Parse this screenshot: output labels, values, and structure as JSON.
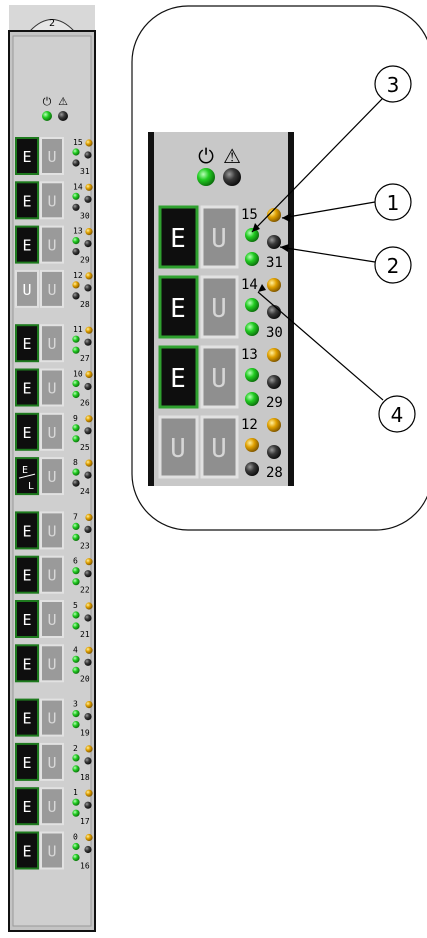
{
  "panel": {
    "slot_number": "2",
    "power_symbol": "⏻",
    "warning_symbol": "⚠",
    "ports": [
      {
        "mode": "E",
        "mode2": "",
        "top": "15",
        "bottom": "31",
        "led_top": "green",
        "led_amber": "amber",
        "led_bottom": "dark",
        "led_extra": "dark"
      },
      {
        "mode": "E",
        "mode2": "",
        "top": "14",
        "bottom": "30",
        "led_top": "green",
        "led_amber": "amber",
        "led_bottom": "dark",
        "led_extra": "dark"
      },
      {
        "mode": "E",
        "mode2": "",
        "top": "13",
        "bottom": "29",
        "led_top": "green",
        "led_amber": "amber",
        "led_bottom": "dark",
        "led_extra": "dark"
      },
      {
        "mode": "U",
        "mode2": "",
        "top": "12",
        "bottom": "28",
        "led_top": "amber",
        "led_amber": "amber",
        "led_bottom": "dark",
        "led_extra": "dark"
      },
      {
        "mode": "E",
        "mode2": "",
        "top": "11",
        "bottom": "27",
        "led_top": "green",
        "led_amber": "amber",
        "led_bottom": "green",
        "led_extra": "dark"
      },
      {
        "mode": "E",
        "mode2": "",
        "top": "10",
        "bottom": "26",
        "led_top": "green",
        "led_amber": "amber",
        "led_bottom": "green",
        "led_extra": "dark"
      },
      {
        "mode": "E",
        "mode2": "",
        "top": "9",
        "bottom": "25",
        "led_top": "green",
        "led_amber": "amber",
        "led_bottom": "green",
        "led_extra": "dark"
      },
      {
        "mode": "E",
        "mode2": "L",
        "top": "8",
        "bottom": "24",
        "led_top": "green",
        "led_amber": "amber",
        "led_bottom": "dark",
        "led_extra": "dark"
      },
      {
        "mode": "E",
        "mode2": "",
        "top": "7",
        "bottom": "23",
        "led_top": "green",
        "led_amber": "amber",
        "led_bottom": "green",
        "led_extra": "dark"
      },
      {
        "mode": "E",
        "mode2": "",
        "top": "6",
        "bottom": "22",
        "led_top": "green",
        "led_amber": "amber",
        "led_bottom": "green",
        "led_extra": "dark"
      },
      {
        "mode": "E",
        "mode2": "",
        "top": "5",
        "bottom": "21",
        "led_top": "green",
        "led_amber": "amber",
        "led_bottom": "green",
        "led_extra": "dark"
      },
      {
        "mode": "E",
        "mode2": "",
        "top": "4",
        "bottom": "20",
        "led_top": "green",
        "led_amber": "amber",
        "led_bottom": "green",
        "led_extra": "dark"
      },
      {
        "mode": "E",
        "mode2": "",
        "top": "3",
        "bottom": "19",
        "led_top": "green",
        "led_amber": "amber",
        "led_bottom": "green",
        "led_extra": "dark"
      },
      {
        "mode": "E",
        "mode2": "",
        "top": "2",
        "bottom": "18",
        "led_top": "green",
        "led_amber": "amber",
        "led_bottom": "green",
        "led_extra": "dark"
      },
      {
        "mode": "E",
        "mode2": "",
        "top": "1",
        "bottom": "17",
        "led_top": "green",
        "led_amber": "amber",
        "led_bottom": "green",
        "led_extra": "dark"
      },
      {
        "mode": "E",
        "mode2": "",
        "top": "0",
        "bottom": "16",
        "led_top": "green",
        "led_amber": "amber",
        "led_bottom": "green",
        "led_extra": "dark"
      }
    ],
    "second_column_label": "U"
  },
  "zoom": {
    "ports": [
      {
        "mode": "E",
        "second": "U",
        "top": "15",
        "bottom": "31"
      },
      {
        "mode": "E",
        "second": "U",
        "top": "14",
        "bottom": "30"
      },
      {
        "mode": "E",
        "second": "U",
        "top": "13",
        "bottom": "29"
      },
      {
        "mode": "U",
        "second": "U",
        "top": "12",
        "bottom": "28"
      }
    ],
    "callouts": [
      "1",
      "2",
      "3",
      "4"
    ]
  },
  "colors": {
    "green": "#22cc22",
    "amber": "#e0a000",
    "dark": "#2a2a2a",
    "panel": "#c9c9c9",
    "port_dark": "#0e0e0e",
    "port_frame_green": "#1e7a1e"
  }
}
